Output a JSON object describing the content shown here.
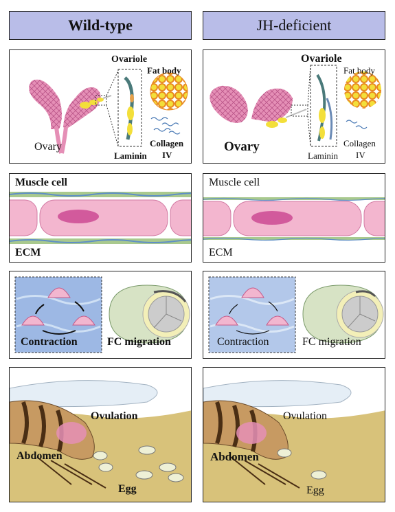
{
  "columns": {
    "left": {
      "header": "Wild-type",
      "ovary": {
        "ovariole": "Ovariole",
        "fat_body": "Fat body",
        "ovary": "Ovary",
        "laminin": "Laminin",
        "collagen": "Collagen",
        "collagen_sub": "IV"
      },
      "muscle": {
        "muscle_cell": "Muscle cell",
        "ecm": "ECM"
      },
      "migration": {
        "contraction": "Contraction",
        "fc_migration": "FC migration"
      },
      "ovulation": {
        "ovulation": "Ovulation",
        "abdomen": "Abdomen",
        "egg": "Egg"
      }
    },
    "right": {
      "header": "JH-deficient",
      "ovary": {
        "ovariole": "Ovariole",
        "fat_body": "Fat body",
        "ovary": "Ovary",
        "laminin": "Laminin",
        "collagen": "Collagen",
        "collagen_sub": "IV"
      },
      "muscle": {
        "muscle_cell": "Muscle cell",
        "ecm": "ECM"
      },
      "migration": {
        "contraction": "Contraction",
        "fc_migration": "FC migration"
      },
      "ovulation": {
        "ovulation": "Ovulation",
        "abdomen": "Abdomen",
        "egg": "Egg"
      }
    }
  },
  "colors": {
    "header_bg": "#b9bde8",
    "ovary_pink": "#e58fb6",
    "fat_body_yellow": "#f3df3a",
    "fat_body_ring": "#e8891f",
    "muscle_pink": "#f3b6cf",
    "ecm_green": "#a9c98e",
    "ecm_blue": "#5f8fc6",
    "contraction_bg": "#9db8e4",
    "soil": "#d8c27a"
  }
}
